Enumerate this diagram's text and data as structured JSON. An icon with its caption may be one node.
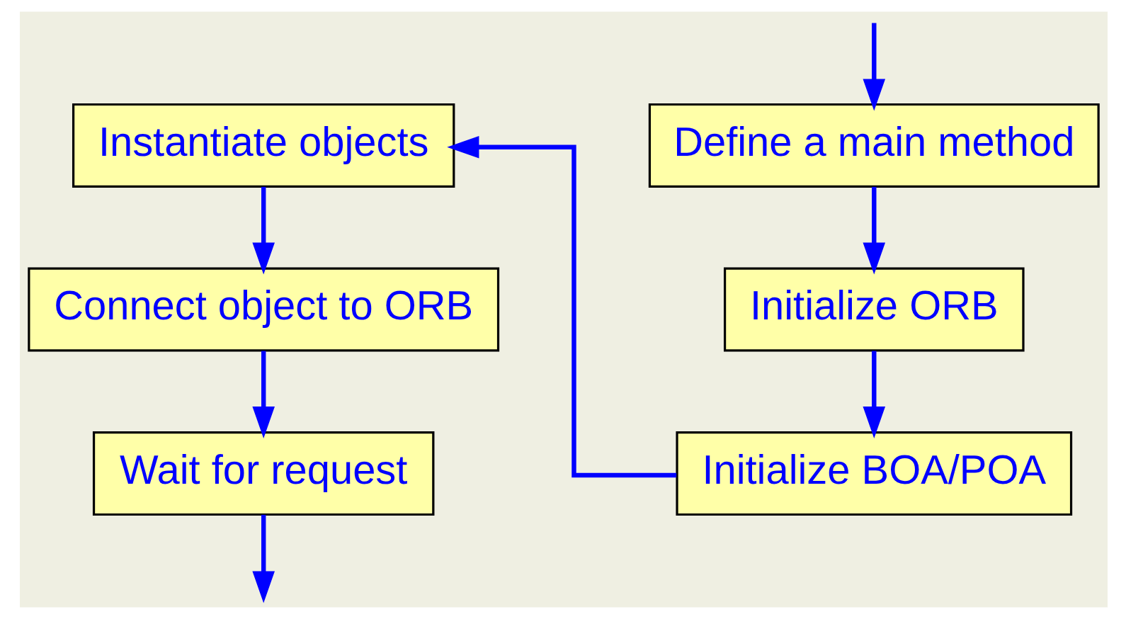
{
  "diagram": {
    "nodes": [
      {
        "text": [
          "Define a main method"
        ]
      },
      {
        "text": [
          "Initialize ORB"
        ]
      },
      {
        "text": [
          "Initialize BOA/POA"
        ]
      },
      {
        "text": [
          "Instantiate objects"
        ]
      },
      {
        "text": [
          "Connect object to ORB"
        ]
      },
      {
        "text": [
          "Wait for request"
        ]
      }
    ],
    "edges": [
      {
        "from": null,
        "to": 0,
        "arrow": "to"
      },
      {
        "from": 0,
        "to": 1,
        "arrow": "to"
      },
      {
        "from": 1,
        "to": 2,
        "arrow": "to"
      },
      {
        "from": 2,
        "to": 3,
        "arrow": "to"
      },
      {
        "from": 3,
        "to": 4,
        "arrow": "to"
      },
      {
        "from": 4,
        "to": 5,
        "arrow": "to"
      },
      {
        "from": 5,
        "to": null,
        "arrow": "to"
      }
    ]
  }
}
